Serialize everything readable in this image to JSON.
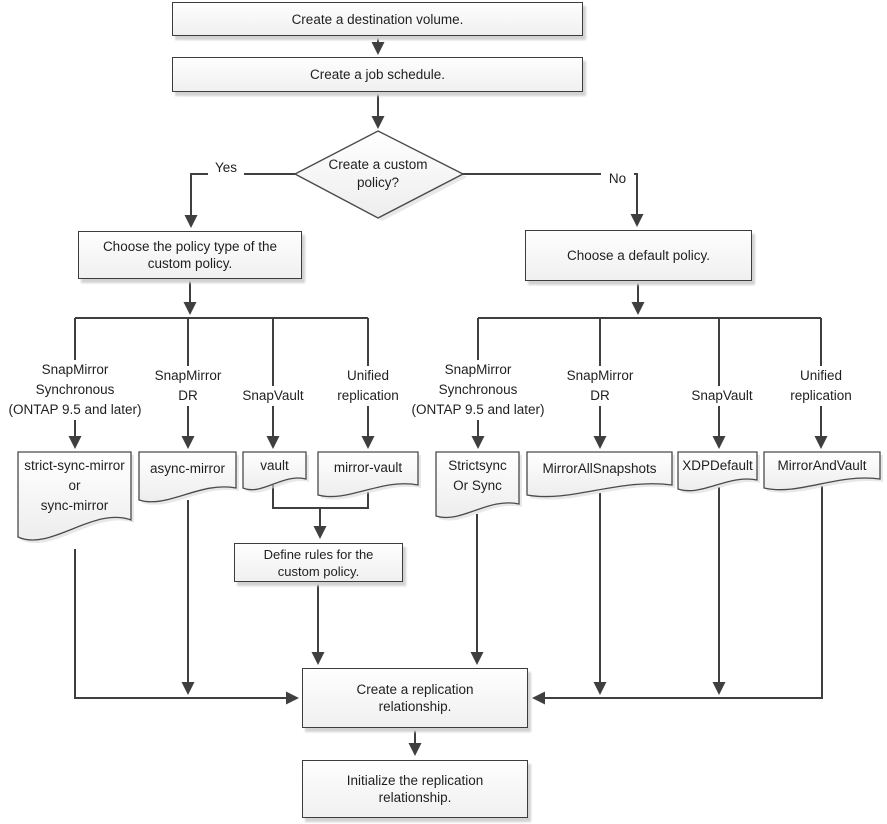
{
  "flowchart": {
    "steps": {
      "destination_volume": "Create a destination volume.",
      "job_schedule": "Create a job schedule.",
      "decision": "Create a custom\npolicy?",
      "decision_yes": "Yes",
      "decision_no": "No",
      "choose_policy_type": "Choose the policy type of the\ncustom policy.",
      "choose_default_policy": "Choose a default policy.",
      "define_rules": "Define rules for the\ncustom policy.",
      "create_relationship": "Create a replication\nrelationship.",
      "initialize_relationship": "Initialize the replication\nrelationship."
    },
    "custom_policy_branches": [
      {
        "relationship_type": "SnapMirror\nSynchronous\n(ONTAP 9.5 and later)",
        "policy_type": "strict-sync-mirror\nor\nsync-mirror"
      },
      {
        "relationship_type": "SnapMirror\nDR",
        "policy_type": "async-mirror"
      },
      {
        "relationship_type": "SnapVault",
        "policy_type": "vault"
      },
      {
        "relationship_type": "Unified\nreplication",
        "policy_type": "mirror-vault"
      }
    ],
    "default_policy_branches": [
      {
        "relationship_type": "SnapMirror\nSynchronous\n(ONTAP 9.5 and later)",
        "policy_name": "Strictsync\nOr Sync"
      },
      {
        "relationship_type": "SnapMirror\nDR",
        "policy_name": "MirrorAllSnapshots"
      },
      {
        "relationship_type": "SnapVault",
        "policy_name": "XDPDefault"
      },
      {
        "relationship_type": "Unified\nreplication",
        "policy_name": "MirrorAndVault"
      }
    ],
    "colors": {
      "connector": "#3f3f3f",
      "shape_border": "#4a4a4a",
      "text": "#1f1f1f"
    }
  }
}
